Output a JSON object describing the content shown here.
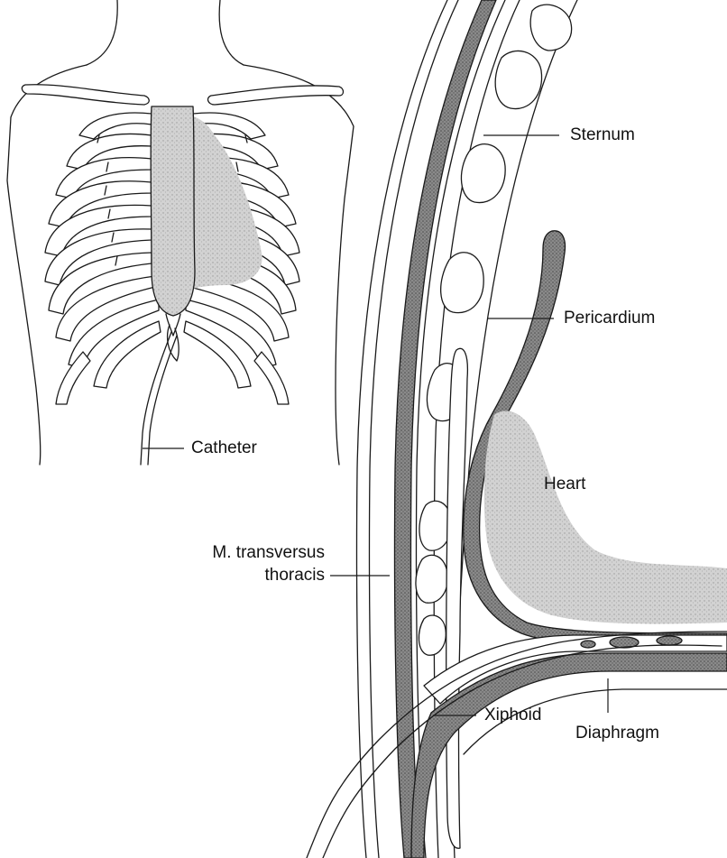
{
  "labels": {
    "sternum": "Sternum",
    "pericardium": "Pericardium",
    "catheter": "Catheter",
    "heart": "Heart",
    "transversus_line1": "M. transversus",
    "transversus_line2": "thoracis",
    "diaphragm": "Diaphragm",
    "xiphoid": "Xiphoid"
  },
  "colors": {
    "ink": "#1a1a1a",
    "stipple_light": "#c9c9c9",
    "stipple_dark": "#6e6e6e",
    "pericardium_fill": "#5c5c5c"
  }
}
